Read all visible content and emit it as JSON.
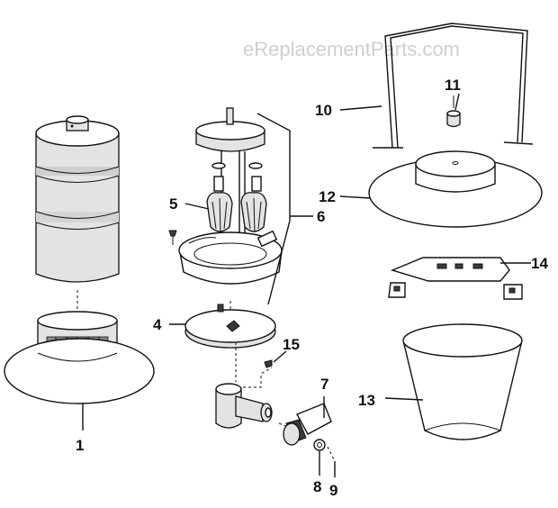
{
  "watermark": "eReplacementParts.com",
  "callouts": {
    "c1": "1",
    "c4": "4",
    "c5": "5",
    "c6": "6",
    "c7": "7",
    "c8": "8",
    "c9": "9",
    "c10": "10",
    "c11": "11",
    "c12": "12",
    "c13": "13",
    "c14": "14",
    "c15": "15"
  }
}
